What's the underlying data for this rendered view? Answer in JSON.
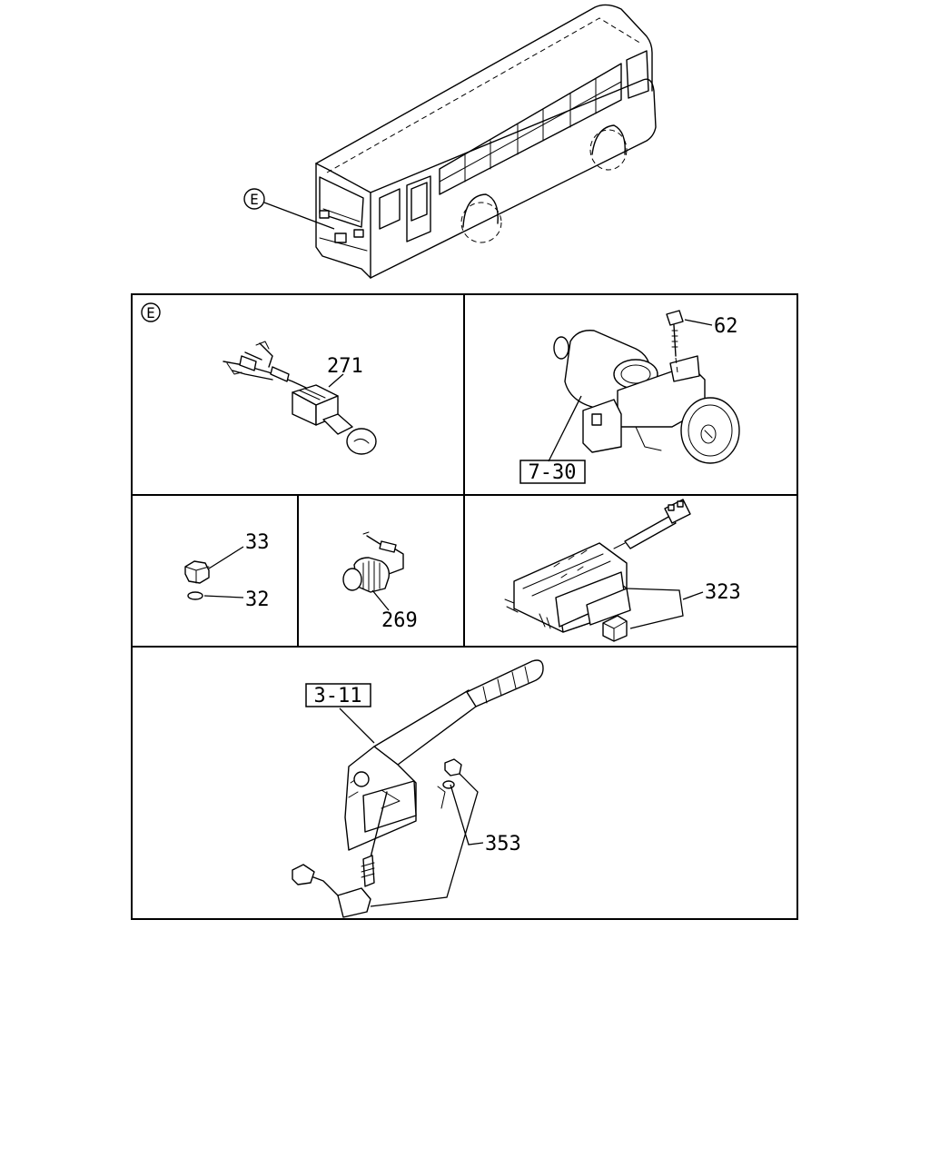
{
  "overview": {
    "callout": "E"
  },
  "panels": {
    "switch_271": {
      "section_callout": "E",
      "label": "271"
    },
    "ignition": {
      "bolt_label": "62",
      "ref_label": "7-30"
    },
    "nut_washer": {
      "nut_label": "33",
      "washer_label": "32"
    },
    "sensor_269": {
      "label": "269"
    },
    "relay_323": {
      "label": "323"
    },
    "parking_brake": {
      "ref_label": "3-11",
      "switch_label": "353"
    }
  }
}
